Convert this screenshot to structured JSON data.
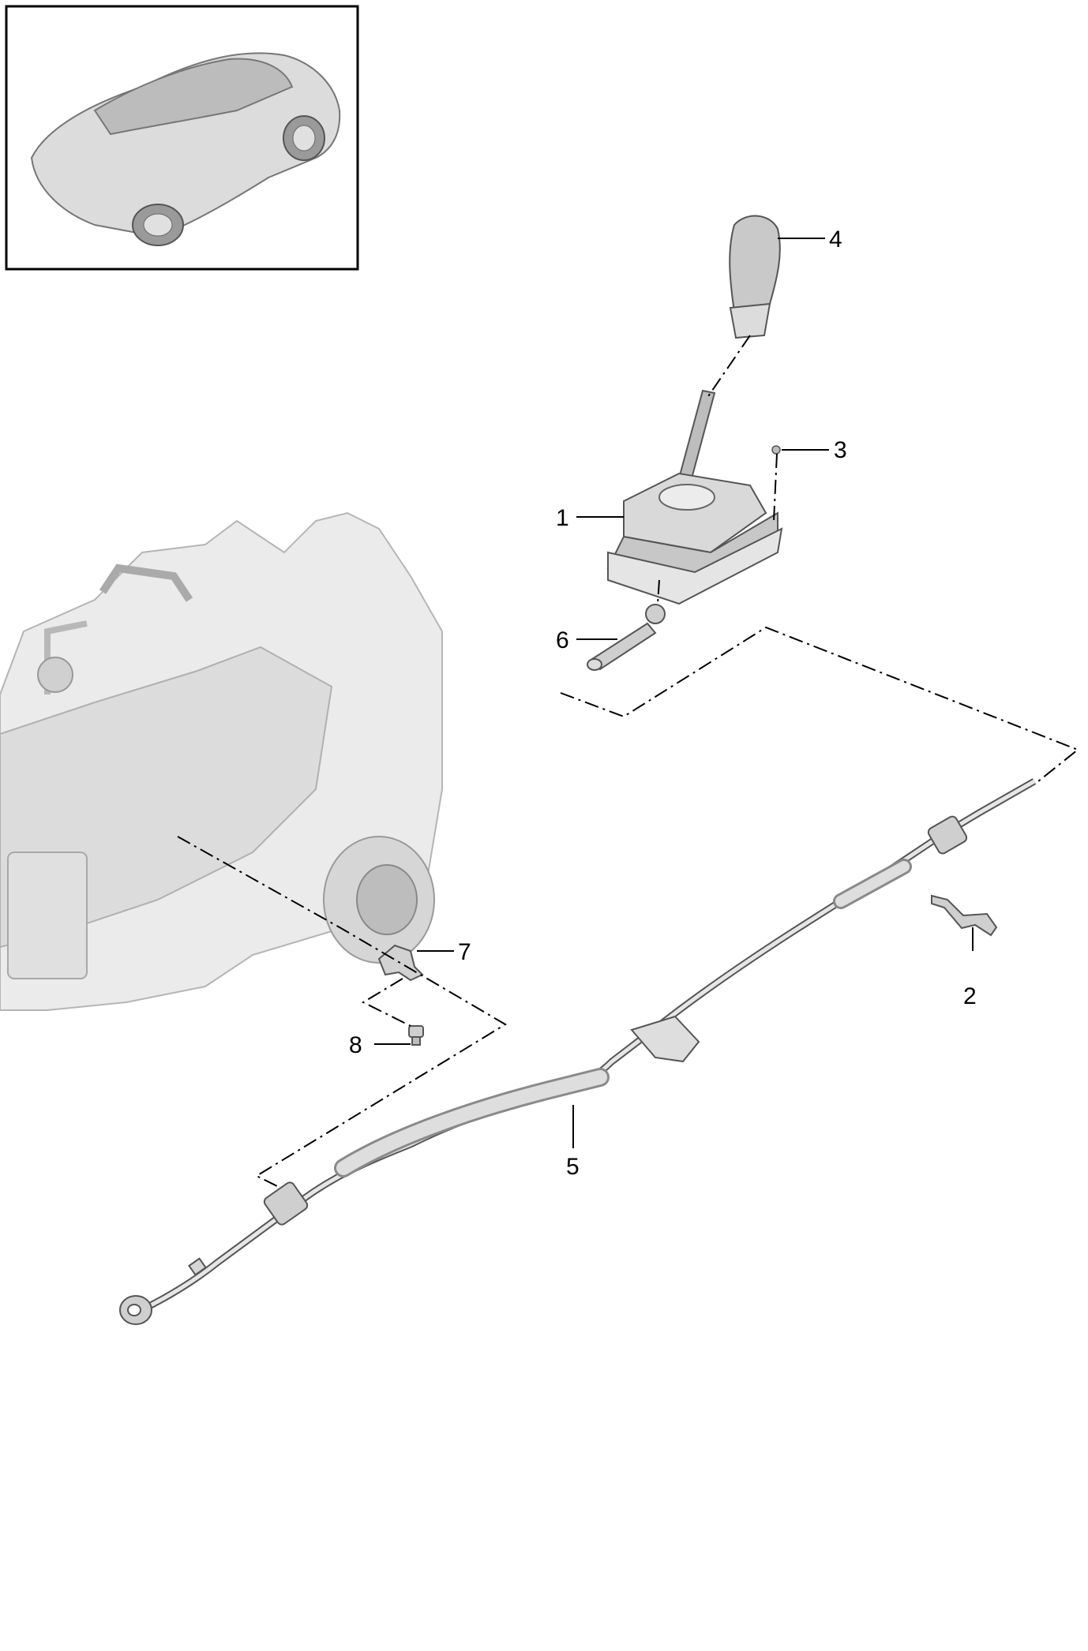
{
  "diagram": {
    "callouts": [
      {
        "id": "1",
        "label": "1"
      },
      {
        "id": "2",
        "label": "2"
      },
      {
        "id": "3",
        "label": "3"
      },
      {
        "id": "4",
        "label": "4"
      },
      {
        "id": "5",
        "label": "5"
      },
      {
        "id": "6",
        "label": "6"
      },
      {
        "id": "7",
        "label": "7"
      },
      {
        "id": "8",
        "label": "8"
      }
    ],
    "colors": {
      "part_fill": "#d9d9d9",
      "part_shade": "#bdbdbd",
      "part_light": "#ececec",
      "line": "#000000",
      "frame": "#000000"
    }
  }
}
